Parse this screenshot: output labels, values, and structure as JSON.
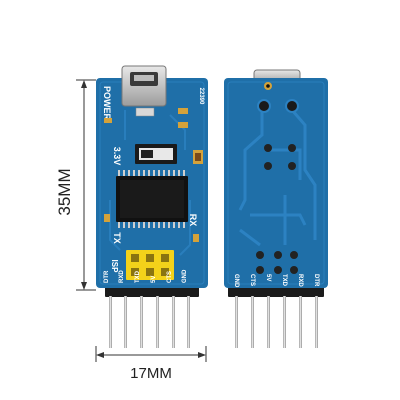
{
  "dimensions": {
    "height_label": "35MM",
    "width_label": "17MM"
  },
  "front_board": {
    "power_label": "POWER",
    "board_code": "22390",
    "voltage_label": "3.3V",
    "tx_label": "TX",
    "rx_label": "RX",
    "isp_label": "ISP",
    "pin_labels": [
      "DTR",
      "RXD",
      "TXD",
      "5V",
      "CTS",
      "GND"
    ]
  },
  "back_board": {
    "pin_labels": [
      "GND",
      "CTS",
      "5V",
      "TXD",
      "RXD",
      "DTR"
    ]
  },
  "colors": {
    "pcb": "#1f6fa8",
    "pcb_dark": "#175a8c",
    "header": "#f3d21a",
    "gold": "#d4a23a",
    "pin": "#cfcfcf"
  }
}
